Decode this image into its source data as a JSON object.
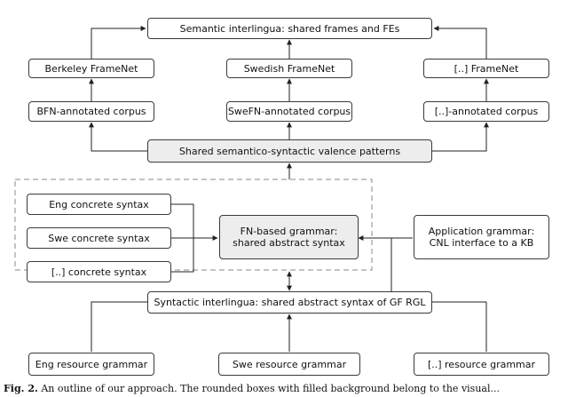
{
  "diagram": {
    "nodes": {
      "semantic_interlingua": "Semantic interlingua: shared frames and FEs",
      "berkeley_framenet": "Berkeley FrameNet",
      "swedish_framenet": "Swedish FrameNet",
      "other_framenet": "[..] FrameNet",
      "bfn_corpus": "BFN-annotated corpus",
      "swefn_corpus": "SweFN-annotated corpus",
      "other_corpus": "[..]-annotated corpus",
      "valence_patterns": "Shared semantico-syntactic valence patterns",
      "eng_concrete": "Eng concrete syntax",
      "swe_concrete": "Swe concrete syntax",
      "other_concrete": "[..] concrete syntax",
      "fn_grammar_line1": "FN-based grammar:",
      "fn_grammar_line2": "shared abstract syntax",
      "app_grammar_line1": "Application grammar:",
      "app_grammar_line2": "CNL interface to a KB",
      "syntactic_interlingua": "Syntactic interlingua: shared abstract syntax of GF RGL",
      "eng_resource": "Eng resource grammar",
      "swe_resource": "Swe resource grammar",
      "other_resource": "[..] resource grammar"
    }
  },
  "caption": {
    "label": "Fig. 2.",
    "text": "An outline of our approach. The rounded boxes with filled background belong to the visual..."
  }
}
